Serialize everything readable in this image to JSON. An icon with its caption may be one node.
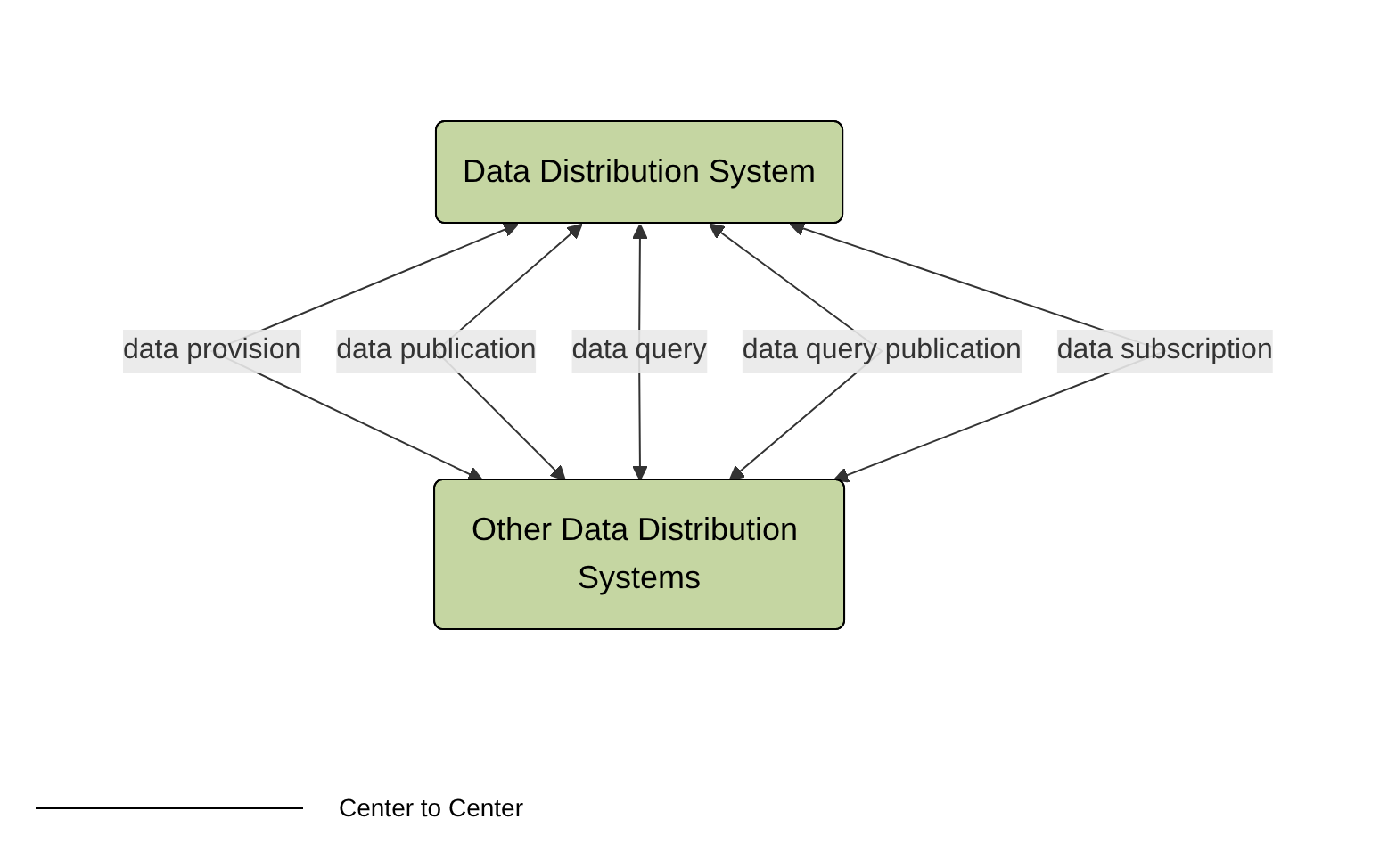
{
  "diagram": {
    "nodes": [
      {
        "text": [
          "Data Distribution System"
        ]
      },
      {
        "text": [
          "Other Data Distribution Systems"
        ]
      }
    ],
    "edges": [
      {
        "from": 0,
        "to": 1,
        "arrow": "both",
        "label": "data provision"
      },
      {
        "from": 0,
        "to": 1,
        "arrow": "both",
        "label": "data publication"
      },
      {
        "from": 0,
        "to": 1,
        "arrow": "both",
        "label": "data query"
      },
      {
        "from": 0,
        "to": 1,
        "arrow": "both",
        "label": "data query publication"
      },
      {
        "from": 0,
        "to": 1,
        "arrow": "both",
        "label": "data subscription"
      }
    ],
    "legend": [
      {
        "text": "Center to Center"
      }
    ]
  }
}
